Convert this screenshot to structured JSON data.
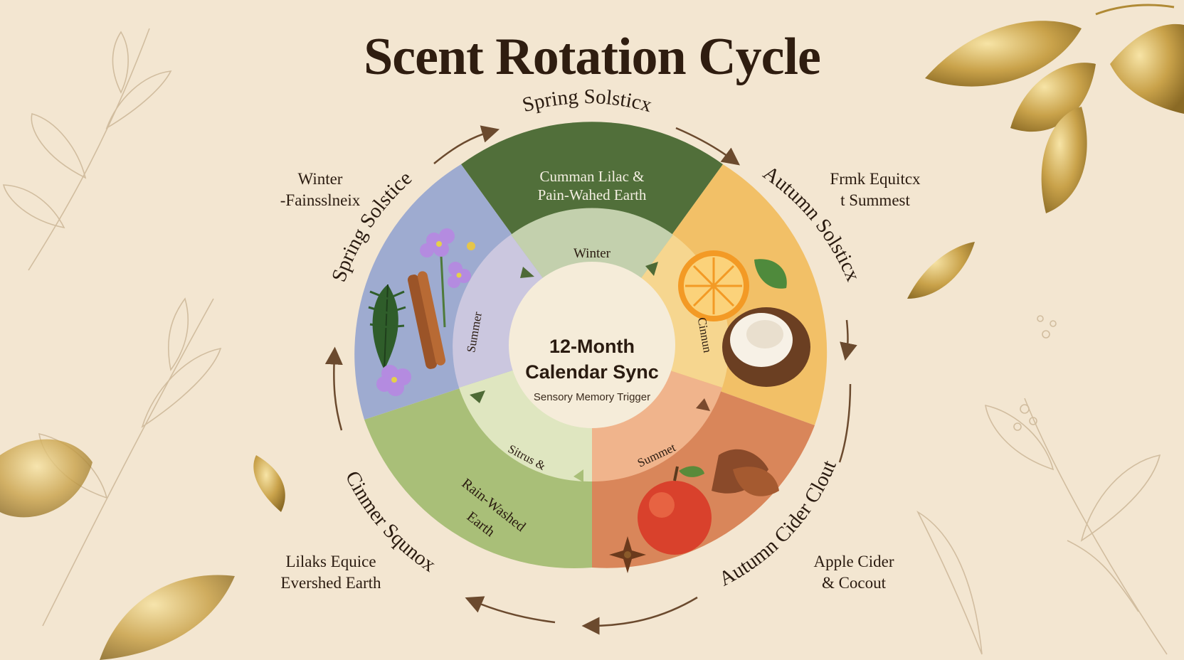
{
  "title": "Scent Rotation Cycle",
  "center": {
    "title_line1": "12-Month",
    "title_line2": "Calendar Sync",
    "subtitle": "Sensory Memory Trigger"
  },
  "ring_labels": {
    "top": "Spring Solsticx",
    "right": "Autumn Solsticx",
    "bottom_right": "Autumn Cider Clout",
    "bottom_left": "Cinmer Squnox",
    "left": "Spring Solstice"
  },
  "segments": {
    "top_line1": "Cumman Lilac &",
    "top_line2": "Pain-Wahed Earth",
    "inner_top": "Winter",
    "inner_left": "Summer",
    "inner_right": "Cinnun",
    "inner_bottom_right": "Summet",
    "inner_bottom_left": "Sitrus &",
    "outer_bottom_left_line1": "Rain-Washed",
    "outer_bottom_left_line2": "Earth"
  },
  "side_labels": {
    "top_left_line1": "Winter",
    "top_left_line2": "-Fainsslneix",
    "top_right_line1": "Frmk Equitcx",
    "top_right_line2": "t Summest",
    "bottom_left_line1": "Lilaks Equice",
    "bottom_left_line2": "Evershed Earth",
    "bottom_right_line1": "Apple Cider",
    "bottom_right_line2": "& Cocout"
  },
  "icons": {
    "botanicals_top_left": "lilac-cinnamon-fern-icon",
    "citrus_coconut": "orange-coconut-icon",
    "apple_spice": "apple-spice-icon",
    "gold_leaves": "gold-leaf-icon",
    "cycle_arrows": "arrow-icon"
  },
  "colors": {
    "background": "#f3e6d1",
    "segment_top": "#516f3a",
    "segment_right": "#f2c067",
    "segment_bottom_right": "#d9865a",
    "segment_bottom_left": "#a9bf78",
    "segment_left": "#9eabd0",
    "inner_top": "#c3d0ad",
    "inner_left": "#cbc7df",
    "inner_right": "#f6d68f",
    "inner_bottom_right": "#f0b48c",
    "inner_bottom_left": "#dfe6c0",
    "center": "#f5ecd9",
    "gold": "#c9a24a",
    "arrow": "#6b4a2e"
  }
}
